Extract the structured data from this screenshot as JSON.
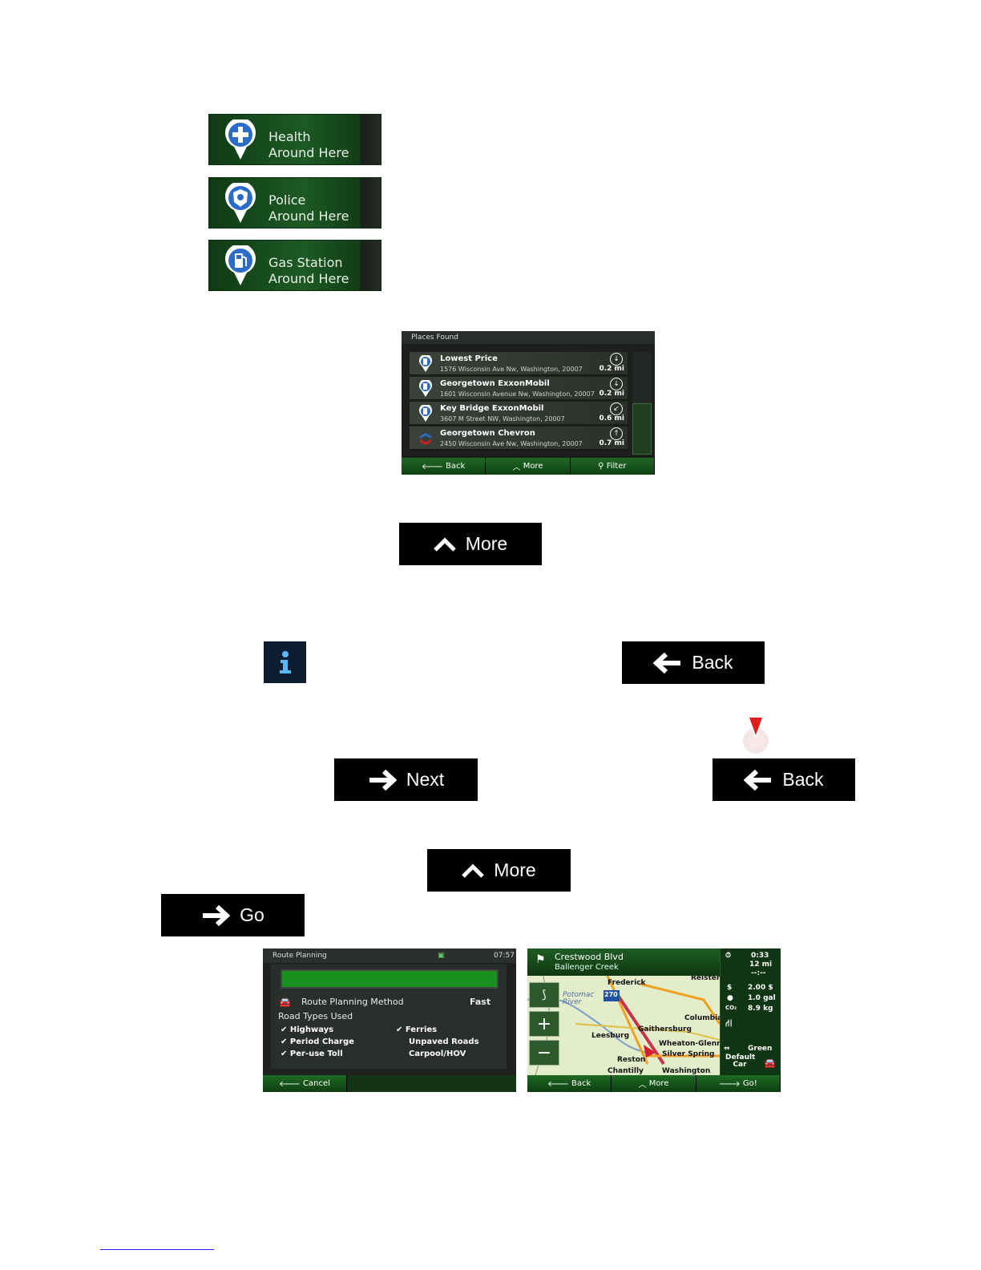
{
  "categories": [
    {
      "line1": "Health",
      "line2": "Around Here",
      "icon": "health-cross-icon"
    },
    {
      "line1": "Police",
      "line2": "Around Here",
      "icon": "police-badge-icon"
    },
    {
      "line1": "Gas Station",
      "line2": "Around Here",
      "icon": "gas-pump-icon"
    }
  ],
  "places_found": {
    "header": "Places Found",
    "rows": [
      {
        "name": "Lowest Price",
        "address": "1576 Wisconsin Ave Nw, Washington, 20007",
        "distance": "0.2 mi"
      },
      {
        "name": "Georgetown ExxonMobil",
        "address": "1601 Wisconsin Avenue Nw, Washington, 20007",
        "distance": "0.2 mi"
      },
      {
        "name": "Key Bridge ExxonMobil",
        "address": "3607 M Street NW, Washington, 20007",
        "distance": "0.6 mi"
      },
      {
        "name": "Georgetown Chevron",
        "address": "2450 Wisconsin Ave Nw, Washington, 20007",
        "distance": "0.7 mi"
      }
    ],
    "buttons": {
      "back": "Back",
      "more": "More",
      "filter": "Filter"
    }
  },
  "buttons": {
    "more_1": "More",
    "back_1": "Back",
    "next": "Next",
    "back_2": "Back",
    "more_2": "More",
    "go": "Go"
  },
  "route_planning": {
    "title": "Route Planning",
    "time": "07:57",
    "method_label": "Route Planning Method",
    "method_value": "Fast",
    "road_types_label": "Road Types Used",
    "checked_left": [
      "Highways",
      "Period Charge",
      "Per-use Toll"
    ],
    "right_items": [
      {
        "label": "Ferries",
        "checked": true
      },
      {
        "label": "Unpaved Roads",
        "checked": false
      },
      {
        "label": "Carpool/HOV",
        "checked": false
      }
    ],
    "cancel": "Cancel"
  },
  "map_screen": {
    "street": "Crestwood Blvd",
    "area": "Ballenger Creek",
    "time": "0:33",
    "distance": "12 mi",
    "eta": "--:--",
    "cost": "2.00 $",
    "fuel": "1.0 gal",
    "co2": "8.9 kg",
    "co2_label": "CO₂",
    "route_type": "Green",
    "vehicle": "Default Car",
    "highway_shield": "270",
    "cities": [
      "Frederick",
      "Reisters",
      "Potomac River",
      "Columbia",
      "Leesburg",
      "Gaithersburg",
      "Wheaton-Glenm",
      "Silver Spring",
      "Reston",
      "Chantilly",
      "Washington"
    ],
    "buttons": {
      "back": "Back",
      "more": "More",
      "go": "Go!"
    }
  }
}
